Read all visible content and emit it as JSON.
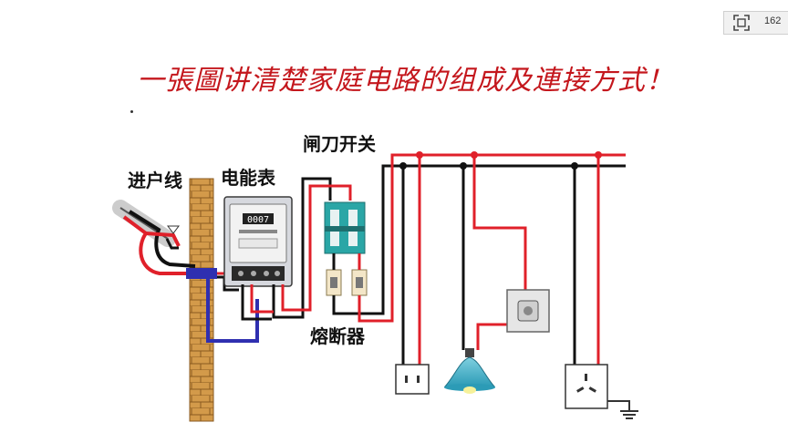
{
  "title": "一張圖讲清楚家庭电路的组成及連接方式！",
  "labels": {
    "incoming": "进户线",
    "meter": "电能表",
    "knife_switch": "闸刀开关",
    "fuse": "熔断器"
  },
  "meter_reading": "0007",
  "toolbar": {
    "count": "162"
  },
  "colors": {
    "live": "#e0202a",
    "neutral": "#111111",
    "ground_wire": "#2f2fb0",
    "wall": "#c98c3c"
  },
  "icons": [
    "fullscreen-icon",
    "lamp-icon",
    "socket-icon",
    "switch-icon",
    "ground-icon"
  ]
}
